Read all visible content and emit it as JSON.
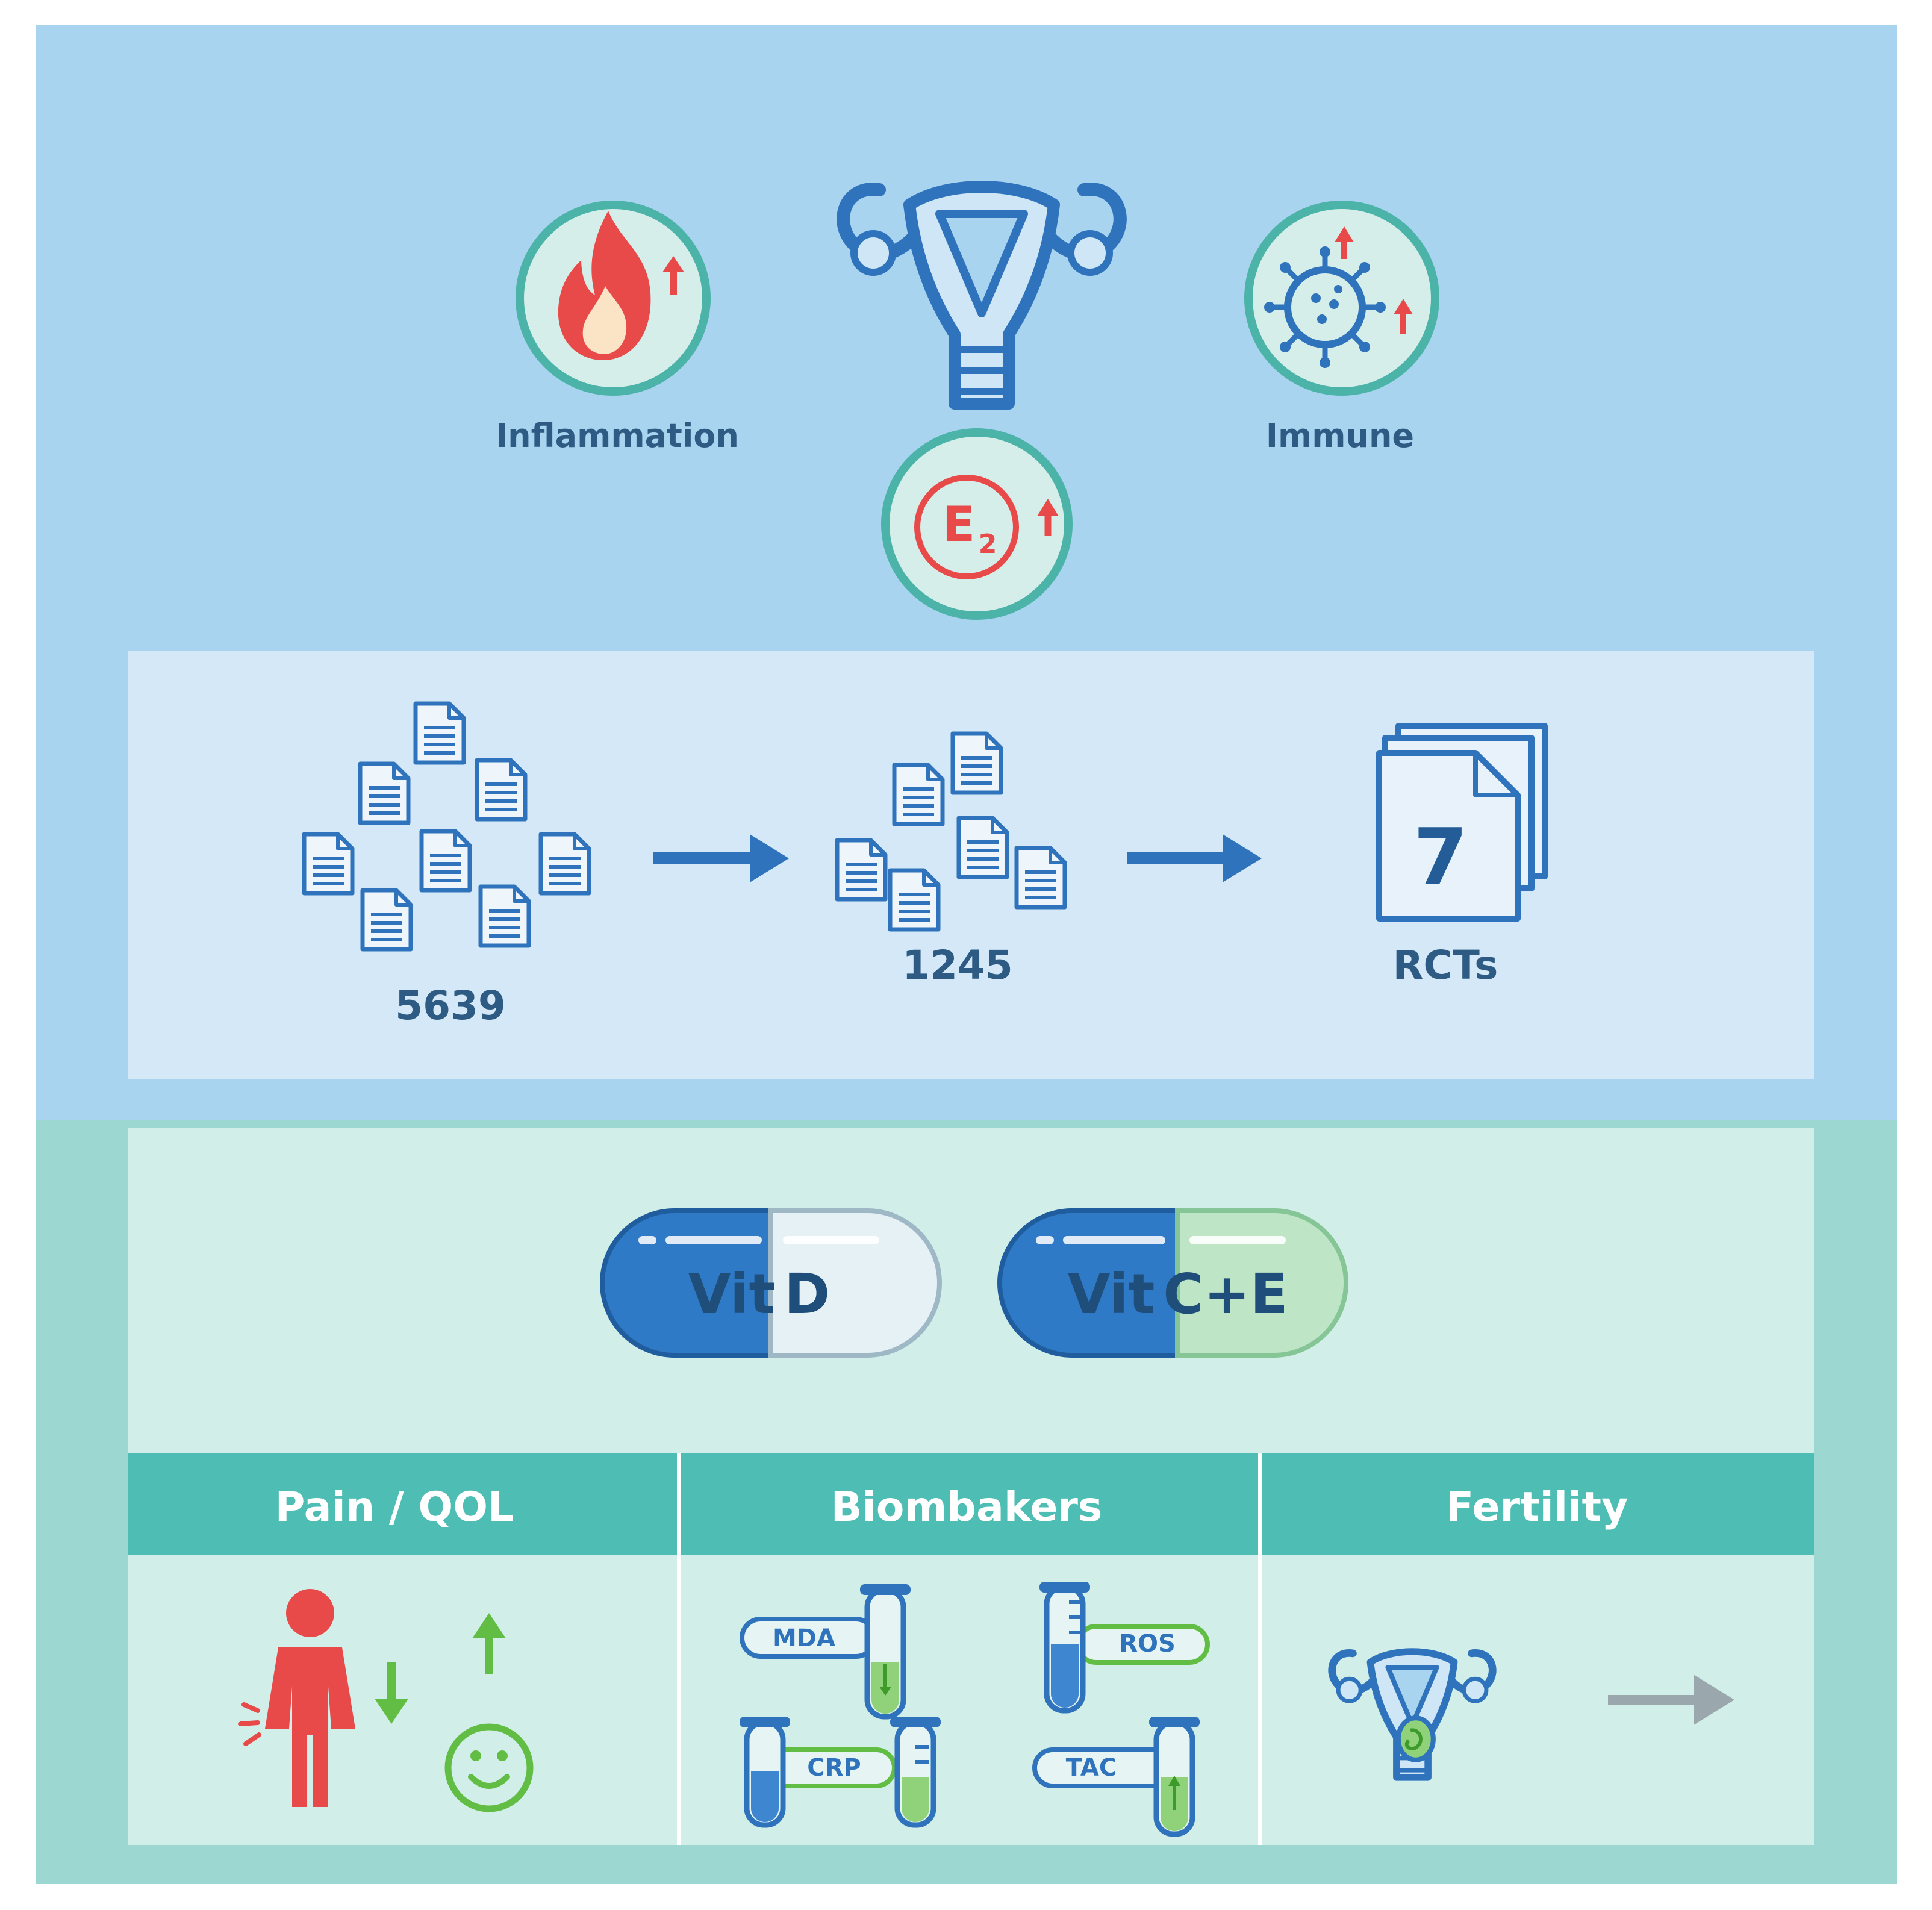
{
  "mechanisms": {
    "inflammation_label": "Inflammation",
    "immune_label": "Immune",
    "estradiol": {
      "main": "E",
      "sub": "2"
    }
  },
  "screening": {
    "initial_count": "5639",
    "screened_count": "1245",
    "included_count": "7",
    "included_label": "RCTs"
  },
  "interventions": {
    "capsule_1": {
      "left": "Vit",
      "right": "D"
    },
    "capsule_2": {
      "left": "Vit",
      "right": "C+E"
    }
  },
  "outcomes": {
    "headers": [
      "Pain / QOL",
      "Biombakers",
      "Fertility"
    ],
    "biomarkers": [
      "MDA",
      "ROS",
      "CRP",
      "TAC"
    ]
  },
  "colors": {
    "top_background": "#a9d4ef",
    "bottom_background": "#9dd7d1",
    "screening_panel": "#d4e8f7",
    "outcome_panel": "#d2eee8",
    "header_bar": "#4ebdb4",
    "icon_blue": "#2f73bd",
    "accent_red": "#e84a4a",
    "accent_green": "#62bd45",
    "circle_border": "#4cb3a9",
    "circle_fill": "#d5eee9"
  }
}
